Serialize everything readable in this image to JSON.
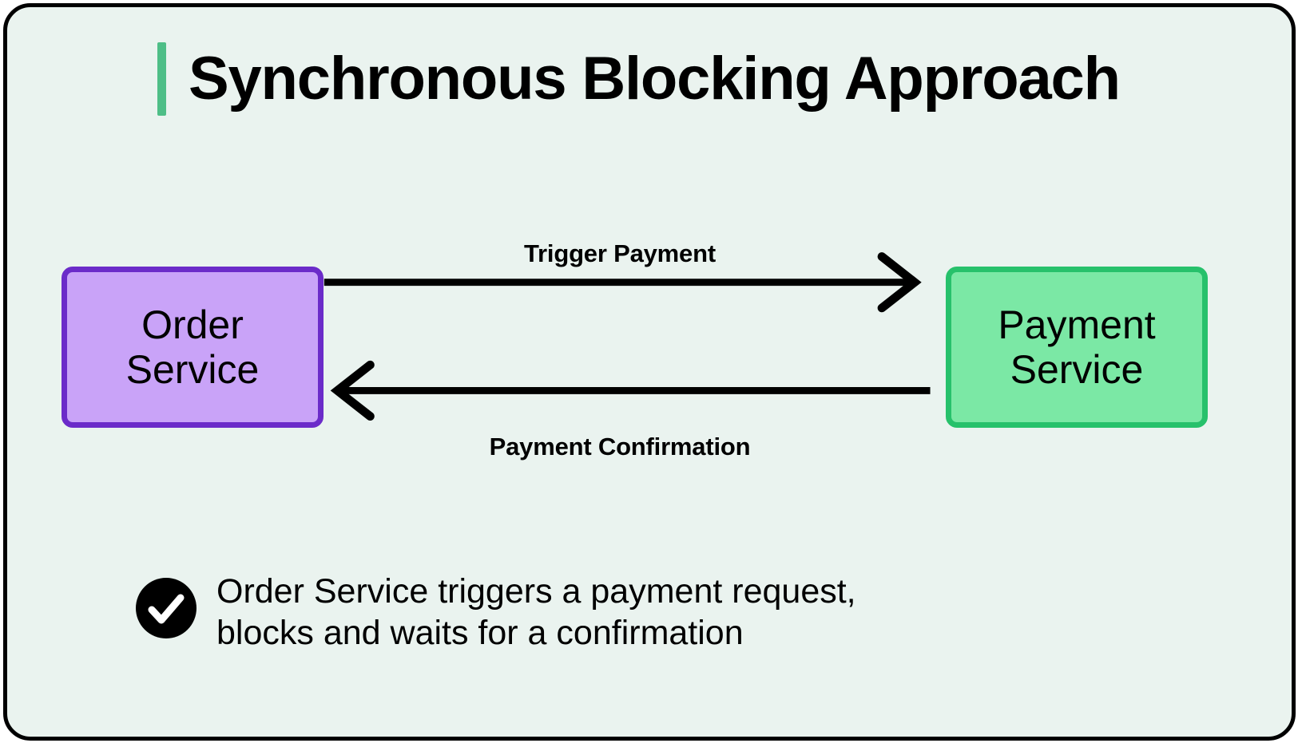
{
  "card": {
    "background_color": "#EAF3EF",
    "border_color": "#000000"
  },
  "header": {
    "title": "Synchronous Blocking Approach",
    "accent_color": "#4EBE87"
  },
  "diagram": {
    "nodes": [
      {
        "id": "order-service",
        "line1": "Order",
        "line2": "Service",
        "fill_color": "#C9A3F8",
        "border_color": "#6B2BC9"
      },
      {
        "id": "payment-service",
        "line1": "Payment",
        "line2": "Service",
        "fill_color": "#7BE8A5",
        "border_color": "#27C16B"
      }
    ],
    "edges": [
      {
        "id": "trigger-payment",
        "label": "Trigger Payment",
        "direction": "right",
        "from": "order-service",
        "to": "payment-service",
        "color": "#000000"
      },
      {
        "id": "payment-confirmation",
        "label": "Payment Confirmation",
        "direction": "left",
        "from": "payment-service",
        "to": "order-service",
        "color": "#000000"
      }
    ]
  },
  "footnote": {
    "icon": "check-circle-icon",
    "icon_color": "#000000",
    "line1": "Order Service triggers a payment request,",
    "line2": "blocks and waits for a confirmation"
  }
}
